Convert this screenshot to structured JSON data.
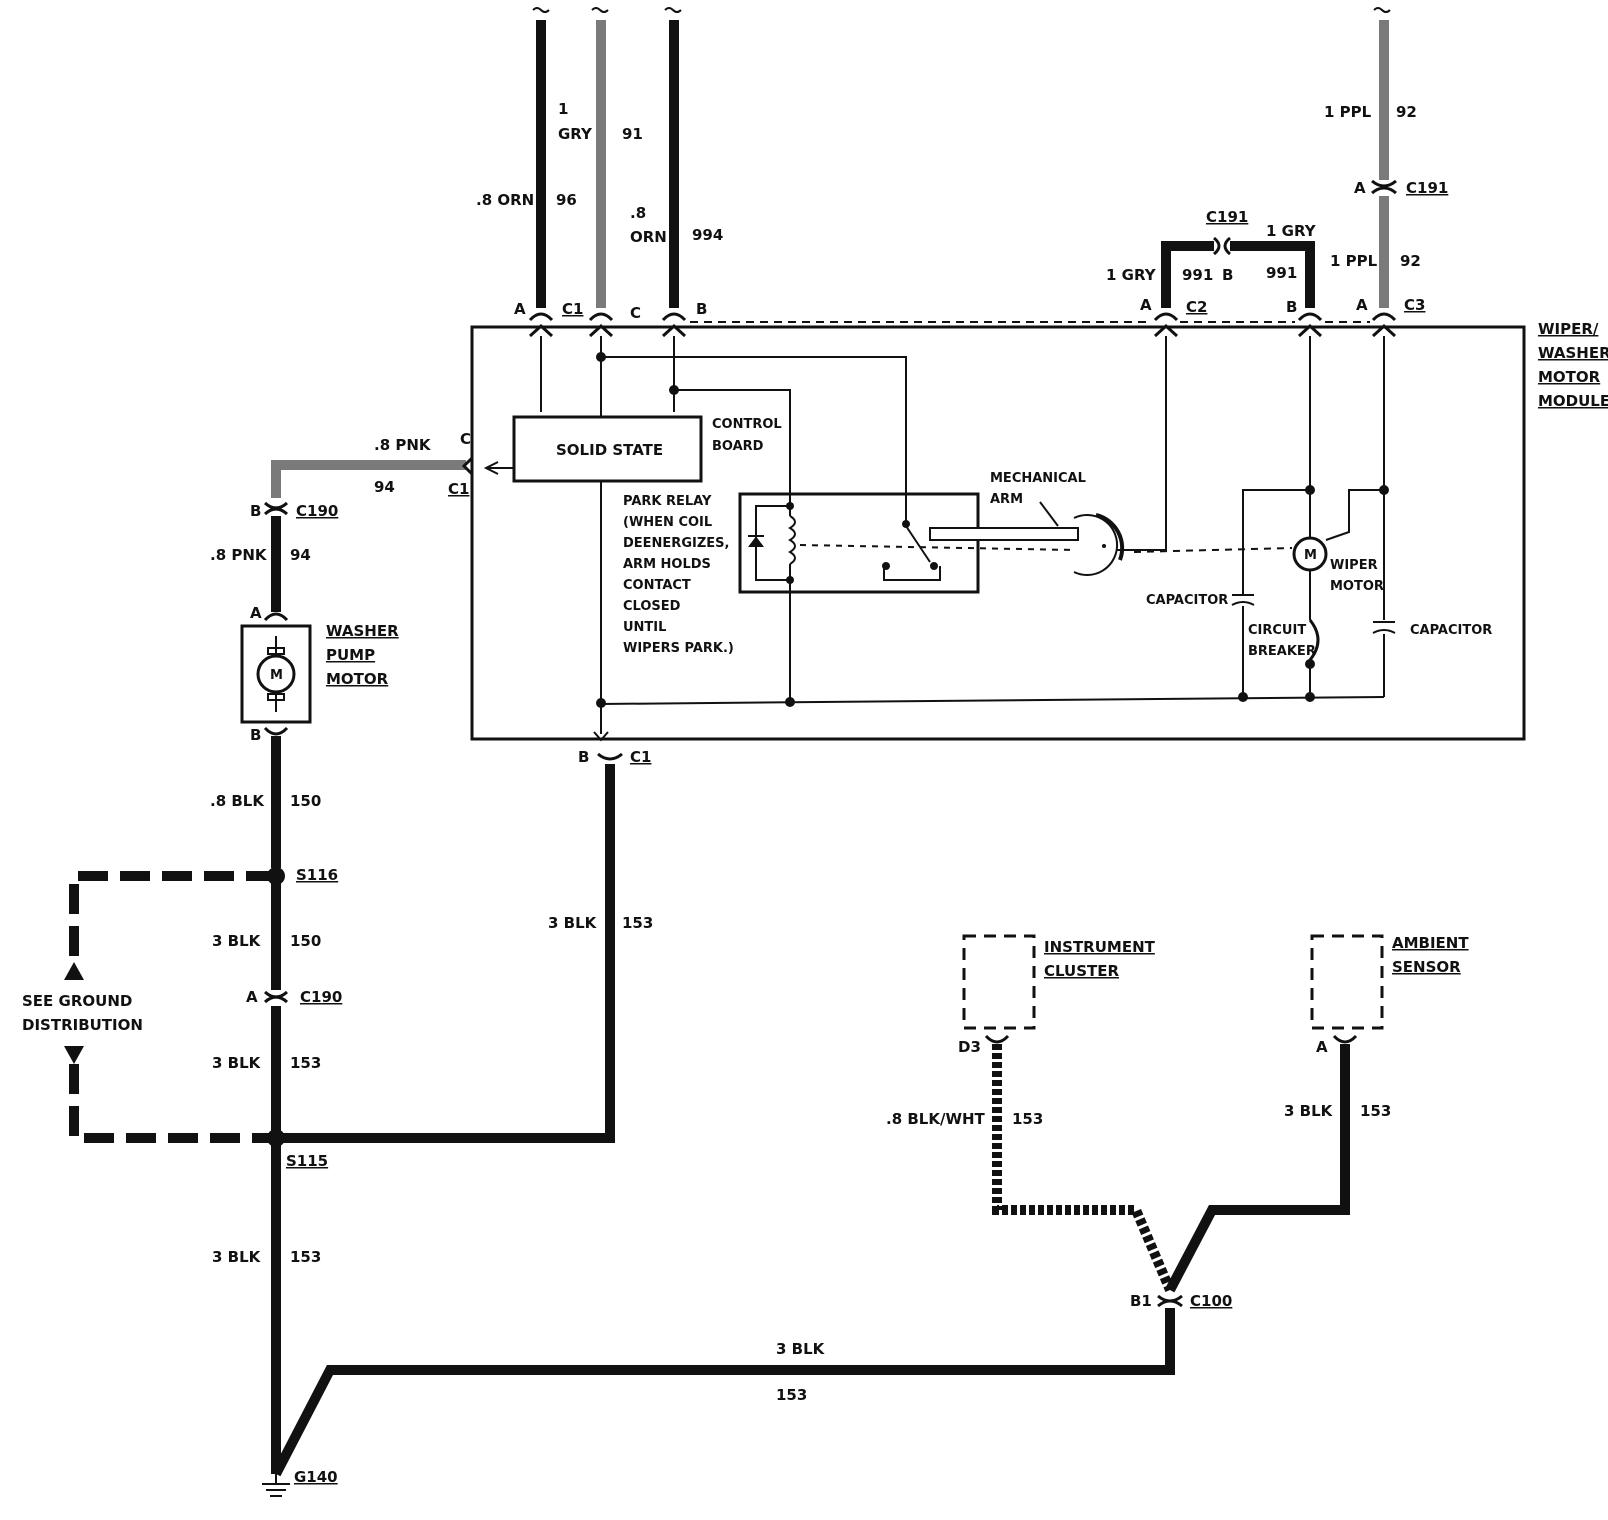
{
  "module": {
    "title_lines": [
      "WIPER/",
      "WASHER",
      "MOTOR",
      "MODULE"
    ],
    "solid_state": "SOLID STATE",
    "control_board_lines": [
      "CONTROL",
      "BOARD"
    ],
    "park_relay_lines": [
      "PARK RELAY",
      "(WHEN COIL",
      "DEENERGIZES,",
      "ARM HOLDS",
      "CONTACT",
      "CLOSED",
      "UNTIL",
      "WIPERS PARK.)"
    ],
    "mechanical_arm_lines": [
      "MECHANICAL",
      "ARM"
    ],
    "capacitor_left": "CAPACITOR",
    "capacitor_right": "CAPACITOR",
    "circuit_breaker_lines": [
      "CIRCUIT",
      "BREAKER"
    ],
    "wiper_motor_lines": [
      "WIPER",
      "MOTOR"
    ],
    "motor_symbol": "M"
  },
  "top_wires": {
    "w96": {
      "size": ".8 ORN",
      "circuit": "96"
    },
    "w91": {
      "size_a": "1",
      "size_b": "GRY",
      "circuit": "91"
    },
    "w994": {
      "size_a": ".8",
      "size_b": "ORN",
      "circuit": "994"
    },
    "w92_top": {
      "size": "1 PPL",
      "circuit": "92"
    },
    "w92_low": {
      "size": "1 PPL",
      "circuit": "92"
    },
    "w991_left": {
      "size": "1 GRY",
      "circuit": "991"
    },
    "w991_right": {
      "size": "1 GRY",
      "circuit": "991"
    }
  },
  "connectors": {
    "c1": "C1",
    "c2": "C2",
    "c3": "C3",
    "c191": "C191",
    "c191_top": "C191",
    "c190_b": "C190",
    "c190_a": "C190",
    "c1_pnk": "C1",
    "c1_bottom": "C1",
    "c100": "C100",
    "pins": {
      "a": "A",
      "b": "B",
      "c": "C",
      "b1": "B1",
      "d3": "D3"
    }
  },
  "washer_pump": {
    "lines": [
      "WASHER",
      "PUMP",
      "MOTOR"
    ],
    "motor_symbol": "M",
    "pnk_size": ".8 PNK",
    "pnk_circuit": "94",
    "blk_size": ".8 BLK",
    "blk_circuit": "150"
  },
  "ground_circuit": {
    "s116": "S116",
    "s115": "S115",
    "g140": "G140",
    "see_ground_lines": [
      "SEE GROUND",
      "DISTRIBUTION"
    ],
    "wire_150": {
      "size": "3 BLK",
      "circuit": "150"
    },
    "wire_153_a": {
      "size": "3 BLK",
      "circuit": "153"
    },
    "wire_153_b": {
      "size": "3 BLK",
      "circuit": "153"
    },
    "wire_153_mid": {
      "size": "3 BLK",
      "circuit": "153"
    },
    "wire_153_bottom": {
      "size": "3 BLK",
      "circuit": "153"
    }
  },
  "instrument_cluster": {
    "lines": [
      "INSTRUMENT",
      "CLUSTER"
    ],
    "wire": {
      "size": ".8 BLK/WHT",
      "circuit": "153"
    }
  },
  "ambient_sensor": {
    "lines": [
      "AMBIENT",
      "SENSOR"
    ],
    "wire": {
      "size": "3 BLK",
      "circuit": "153"
    }
  }
}
